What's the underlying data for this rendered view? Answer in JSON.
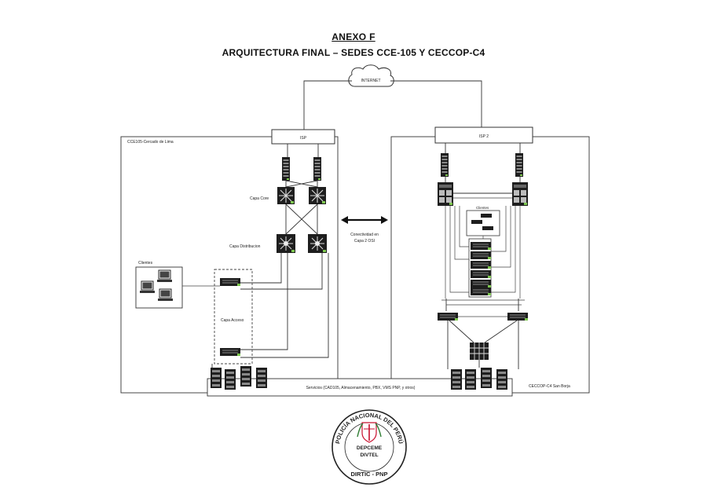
{
  "header": {
    "title": "ANEXO F",
    "subtitle": "ARQUITECTURA FINAL – SEDES CCE-105 Y CECCOP-C4"
  },
  "diagram": {
    "internet_label": "INTERNET",
    "isp1_label": "ISP",
    "isp2_label": "ISP 2",
    "site_left_label": "CCE105-Cercado de Lima",
    "site_right_label": "CECCOP-C4 San Borja",
    "core_label": "Capa Core",
    "distribution_label": "Capa Distribucion",
    "access_label": "Capa Acceso",
    "clients_left_label": "Clientes",
    "clients_right_label": "Clientes",
    "link_label_line1": "Conectividad en",
    "link_label_line2": "Capa 2 OSI",
    "services_label": "Servicios (CAD105, Almacenamiento, PBX, VMS PNP, y otros)"
  },
  "seal": {
    "ring_text": "POLICÍA NACIONAL DEL PERÚ",
    "line1": "DEPCEME",
    "line2": "DIVTEL",
    "line3": "DIRTIC - PNP"
  },
  "colors": {
    "device_dark": "#1e1e1e",
    "status_green": "#7ec850",
    "line": "#333333",
    "seal_red": "#c8102e"
  }
}
